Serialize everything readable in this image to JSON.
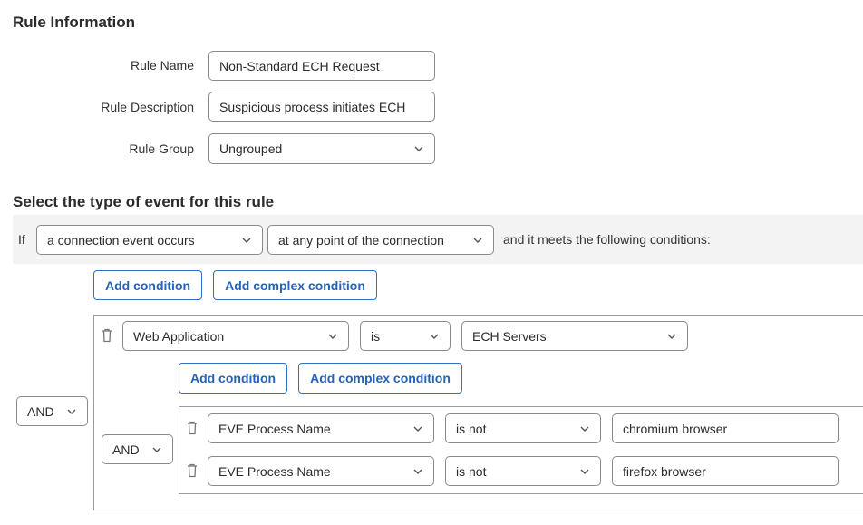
{
  "rule_info": {
    "heading": "Rule Information",
    "name_label": "Rule Name",
    "name_value": "Non-Standard ECH Request",
    "description_label": "Rule Description",
    "description_value": "Suspicious process initiates ECH",
    "group_label": "Rule Group",
    "group_value": "Ungrouped"
  },
  "event": {
    "heading": "Select the type of event for this rule",
    "if_label": "If",
    "event_type": "a connection event occurs",
    "timing": "at any point of the connection",
    "suffix": "and it meets the following conditions:"
  },
  "conditions": {
    "add_condition_label": "Add condition",
    "add_complex_condition_label": "Add complex condition",
    "outer_operator": "AND",
    "first": {
      "field": "Web Application",
      "operator": "is",
      "value": "ECH Servers"
    },
    "nested": {
      "add_condition_label": "Add condition",
      "add_complex_condition_label": "Add complex condition",
      "operator": "AND",
      "rows": [
        {
          "field": "EVE Process Name",
          "operator": "is not",
          "value": "chromium browser"
        },
        {
          "field": "EVE Process Name",
          "operator": "is not",
          "value": "firefox browser"
        }
      ]
    }
  },
  "colors": {
    "accent": "#2563b8",
    "border": "#8a8a8a",
    "band": "#f3f3f3"
  }
}
